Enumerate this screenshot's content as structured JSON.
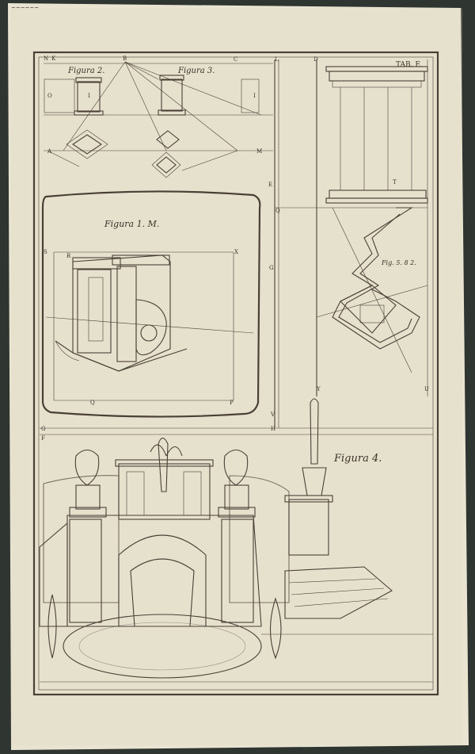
{
  "plate": {
    "tab": "TAB. F.",
    "stamp": "~~~~~~"
  },
  "figures": {
    "fig2": "Figura 2.",
    "fig3": "Figura 3.",
    "fig1": "Figura 1. M.",
    "fig4": "Figura 4.",
    "fig5": "Fig. 5. 8 2."
  },
  "letters": {
    "N": "N",
    "K": "K",
    "B": "B",
    "C": "C",
    "L": "L",
    "D": "D",
    "O": "O",
    "I": "I",
    "E": "E",
    "Q": "Q",
    "T": "T",
    "Y": "Y",
    "U": "U",
    "H": "H",
    "V": "V",
    "P": "P",
    "A": "A",
    "X": "X",
    "S": "S",
    "M": "M",
    "G": "G",
    "F": "F",
    "R": "R"
  },
  "colors": {
    "paper": "#e9e4d2",
    "ink": "#4a4036",
    "background": "#2f3530"
  }
}
